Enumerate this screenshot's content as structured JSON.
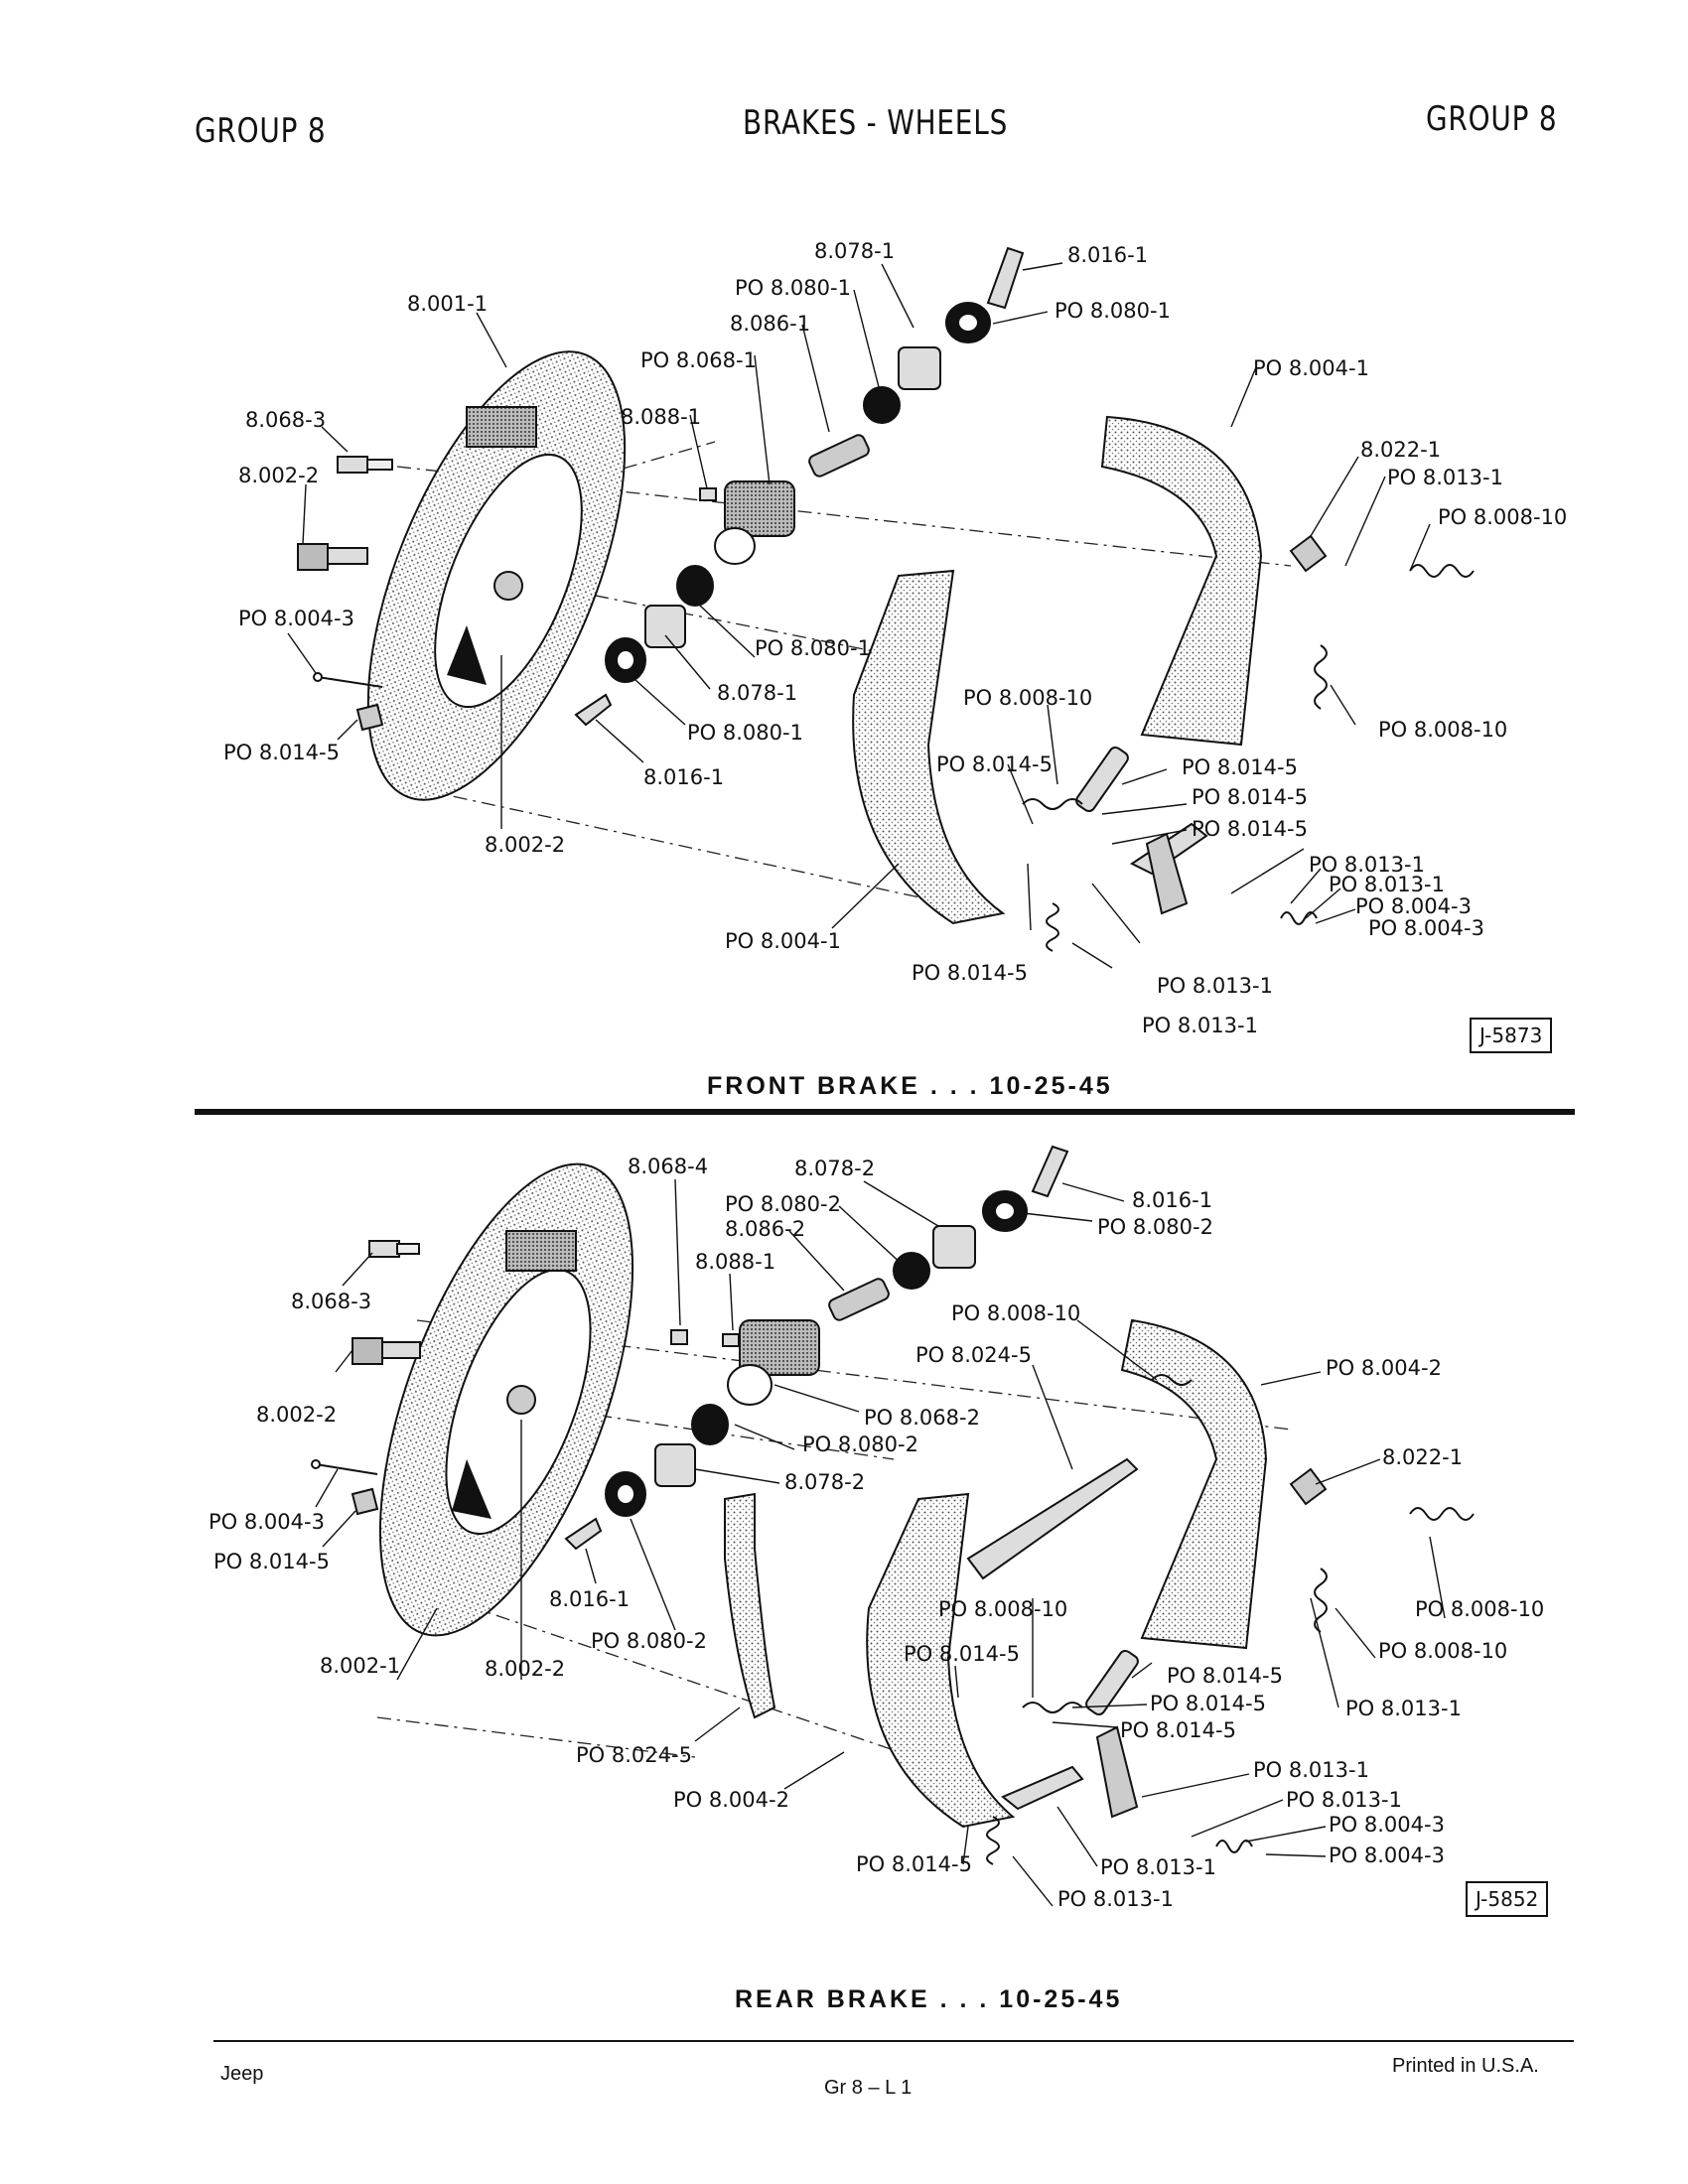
{
  "header": {
    "left": "GROUP 8",
    "center": "BRAKES - WHEELS",
    "right": "GROUP 8"
  },
  "front": {
    "caption": "FRONT BRAKE . . . 10-25-45",
    "figure_number": "J-5873",
    "labels": [
      "8.078-1",
      "8.016-1",
      "PO 8.080-1",
      "PO 8.080-1",
      "8.001-1",
      "8.086-1",
      "PO 8.068-1",
      "PO 8.004-1",
      "8.068-3",
      "8.088-1",
      "8.022-1",
      "PO 8.013-1",
      "8.002-2",
      "PO 8.008-10",
      "PO 8.004-3",
      "PO 8.080-1",
      "8.078-1",
      "PO 8.014-5",
      "PO 8.080-1",
      "PO 8.008-10",
      "PO 8.008-10",
      "8.016-1",
      "PO 8.014-5",
      "PO 8.014-5",
      "PO 8.014-5",
      "PO 8.014-5",
      "8.002-2",
      "PO 8.013-1",
      "PO 8.013-1",
      "PO 8.004-3",
      "PO 8.004-1",
      "PO 8.004-3",
      "PO 8.014-5",
      "PO 8.013-1",
      "PO 8.013-1"
    ]
  },
  "rear": {
    "caption": "REAR BRAKE . . . 10-25-45",
    "figure_number": "J-5852",
    "labels": [
      "8.068-4",
      "8.078-2",
      "8.016-1",
      "PO 8.080-2",
      "PO 8.080-2",
      "8.086-2",
      "8.088-1",
      "8.068-3",
      "PO 8.008-10",
      "PO 8.024-5",
      "PO 8.004-2",
      "PO 8.068-2",
      "8.002-2",
      "PO 8.080-2",
      "8.022-1",
      "PO 8.004-3",
      "8.078-2",
      "PO 8.014-5",
      "8.016-1",
      "PO 8.008-10",
      "PO 8.080-2",
      "PO 8.008-10",
      "8.002-1",
      "8.002-2",
      "PO 8.014-5",
      "PO 8.008-10",
      "PO 8.014-5",
      "PO 8.013-1",
      "PO 8.014-5",
      "PO 8.014-5",
      "PO 8.024-5",
      "PO 8.004-2",
      "PO 8.013-1",
      "PO 8.013-1",
      "PO 8.004-3",
      "PO 8.004-3",
      "PO 8.014-5",
      "PO 8.013-1",
      "PO 8.013-1"
    ]
  },
  "footer": {
    "left": "Jeep",
    "center": "Gr 8 – L 1",
    "right": "Printed in U.S.A."
  }
}
